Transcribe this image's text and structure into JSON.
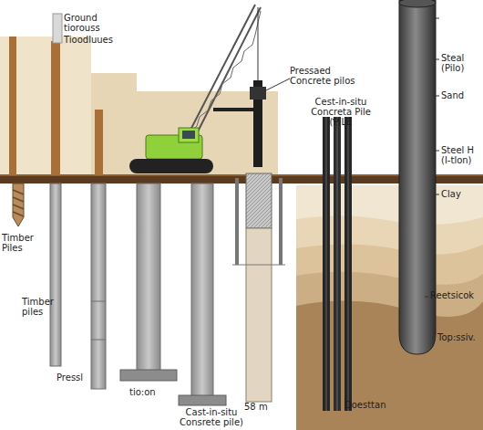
{
  "diagram": {
    "labels": [
      "Ground tiorouss",
      "Tioodluues",
      "Timber Piles",
      "Timber piles",
      "Pressl",
      "tio:on",
      "Cast-in-situ Consrete pile)",
      "58 m",
      "Pressaed Concrete pilos",
      "Cest-in-situ Concreta Pile (PILE",
      "Steal (Pilo)",
      "Sand",
      "Steel H (I-tlon)",
      "Clay",
      "Reetsicok",
      "Top:ssiv.",
      "Doesttan"
    ]
  }
}
